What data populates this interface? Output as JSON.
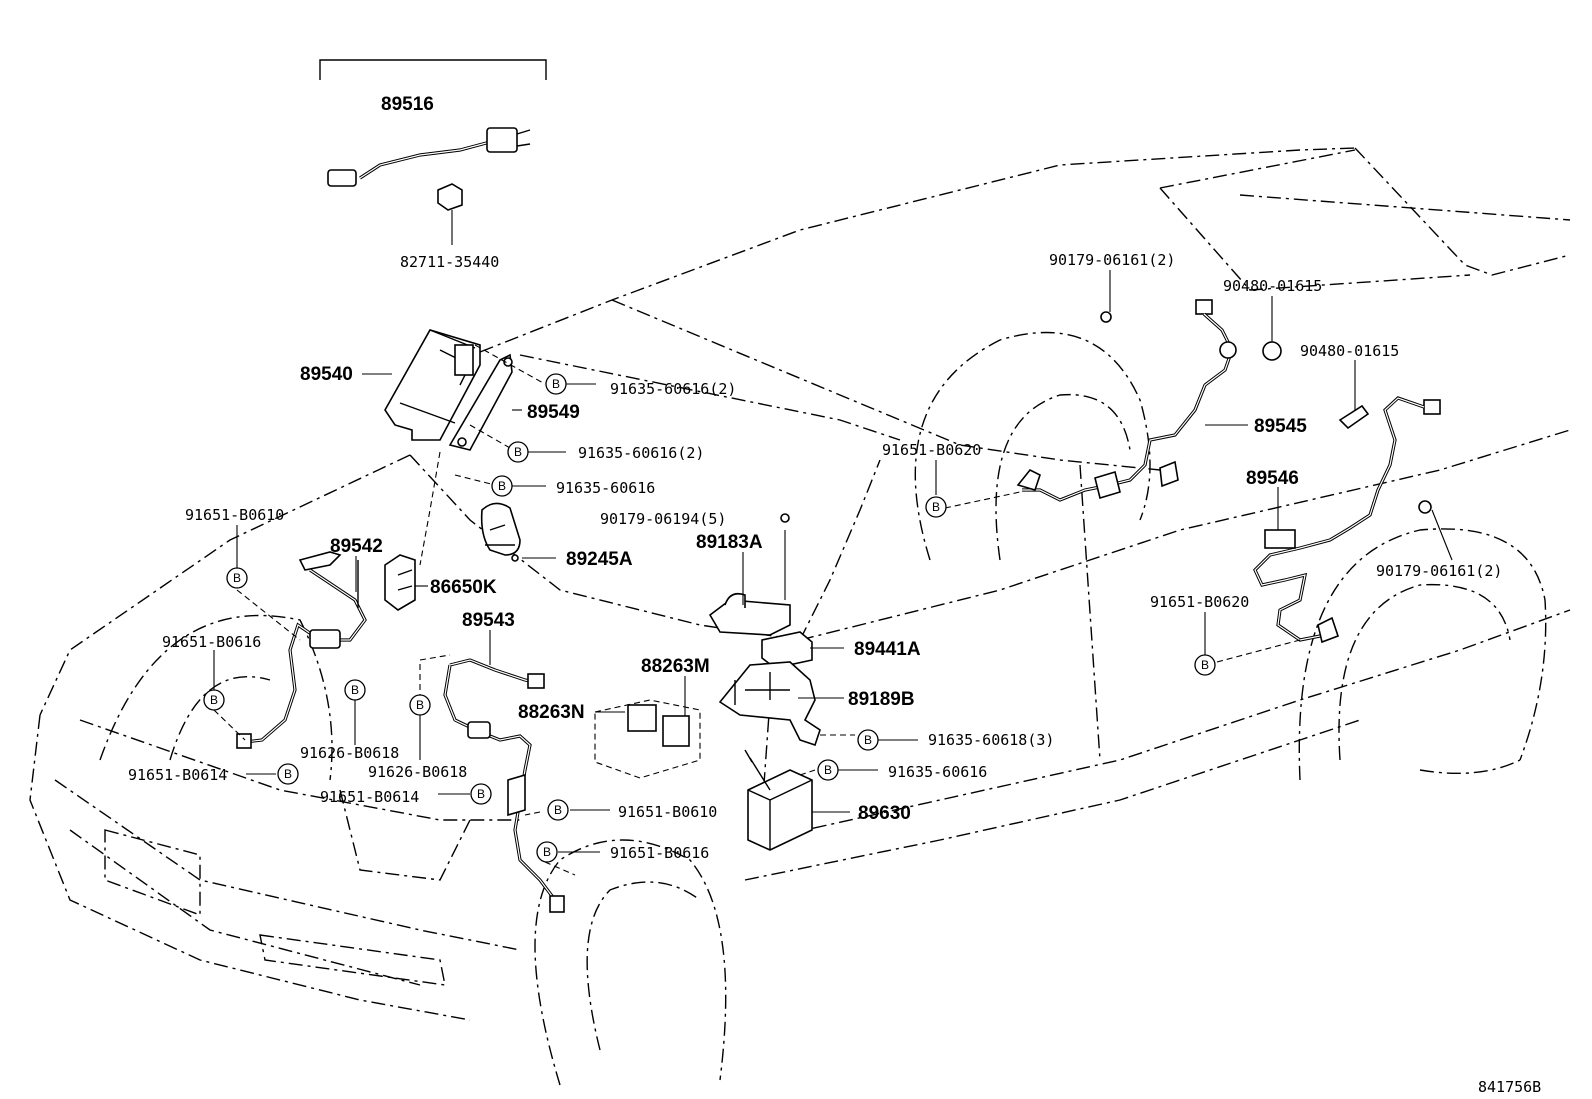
{
  "diagram": {
    "figure_code": "841756B",
    "bolt_symbol": "B",
    "parts": [
      {
        "id": "p89516",
        "text": "89516"
      },
      {
        "id": "p82711",
        "text": "82711-35440"
      },
      {
        "id": "p89540",
        "text": "89540"
      },
      {
        "id": "p91635a",
        "text": "91635-60616(2)"
      },
      {
        "id": "p89549",
        "text": "89549"
      },
      {
        "id": "p91635b",
        "text": "91635-60616(2)"
      },
      {
        "id": "p91635c",
        "text": "91635-60616"
      },
      {
        "id": "p91651a",
        "text": "91651-B0610"
      },
      {
        "id": "p89542",
        "text": "89542"
      },
      {
        "id": "p86650",
        "text": "86650K"
      },
      {
        "id": "p89245",
        "text": "89245A"
      },
      {
        "id": "p90179a",
        "text": "90179-06194(5)"
      },
      {
        "id": "p89183",
        "text": "89183A"
      },
      {
        "id": "p91651b",
        "text": "91651-B0616"
      },
      {
        "id": "p89543",
        "text": "89543"
      },
      {
        "id": "p88263m",
        "text": "88263M"
      },
      {
        "id": "p88263n",
        "text": "88263N"
      },
      {
        "id": "p89441",
        "text": "89441A"
      },
      {
        "id": "p89189",
        "text": "89189B"
      },
      {
        "id": "p91626a",
        "text": "91626-B0618"
      },
      {
        "id": "p91626b",
        "text": "91626-B0618"
      },
      {
        "id": "p91651c",
        "text": "91651-B0614"
      },
      {
        "id": "p91651d",
        "text": "91651-B0614"
      },
      {
        "id": "p91635d",
        "text": "91635-60618(3)"
      },
      {
        "id": "p91635e",
        "text": "91635-60616"
      },
      {
        "id": "p89630",
        "text": "89630"
      },
      {
        "id": "p91651e",
        "text": "91651-B0610"
      },
      {
        "id": "p91651f",
        "text": "91651-B0616"
      },
      {
        "id": "p90179b",
        "text": "90179-06161(2)"
      },
      {
        "id": "p90480a",
        "text": "90480-01615"
      },
      {
        "id": "p90480b",
        "text": "90480-01615"
      },
      {
        "id": "p91651g",
        "text": "91651-B0620"
      },
      {
        "id": "p89545",
        "text": "89545"
      },
      {
        "id": "p89546",
        "text": "89546"
      },
      {
        "id": "p91651h",
        "text": "91651-B0620"
      },
      {
        "id": "p90179c",
        "text": "90179-06161(2)"
      }
    ]
  }
}
